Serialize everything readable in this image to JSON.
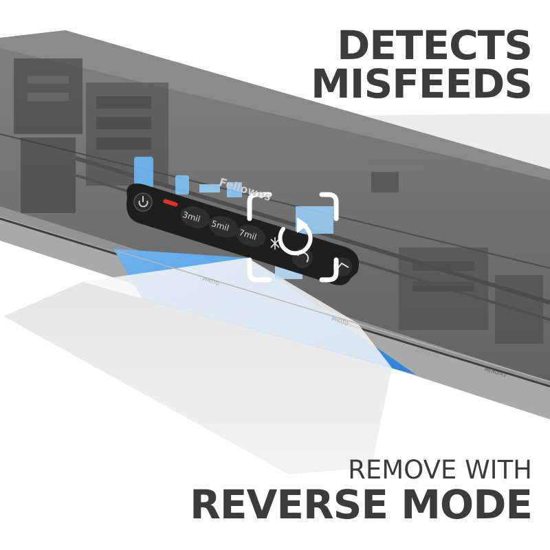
{
  "headline": {
    "line1": "DETECTS",
    "line2": "MISFEEDS"
  },
  "tagline": {
    "line1": "REMOVE WITH",
    "line2": "REVERSE MODE"
  },
  "device": {
    "brand": "Fellowes",
    "buttons": [
      "3mil",
      "5mil",
      "7mil"
    ],
    "tray_labels": [
      "PHOTO",
      "PHOTO",
      "LETTER/A4",
      "MENU/A3"
    ]
  },
  "icons": [
    "power-icon",
    "snowflake-icon",
    "reverse-icon",
    "hold-icon",
    "scan-frame-icon"
  ],
  "colors": {
    "text": "#3b3b3b",
    "body": "#6e6e6e",
    "accent_blue": "#3a8fe0",
    "indicator_red": "#e0302c",
    "panel": "#1e1e1e"
  }
}
